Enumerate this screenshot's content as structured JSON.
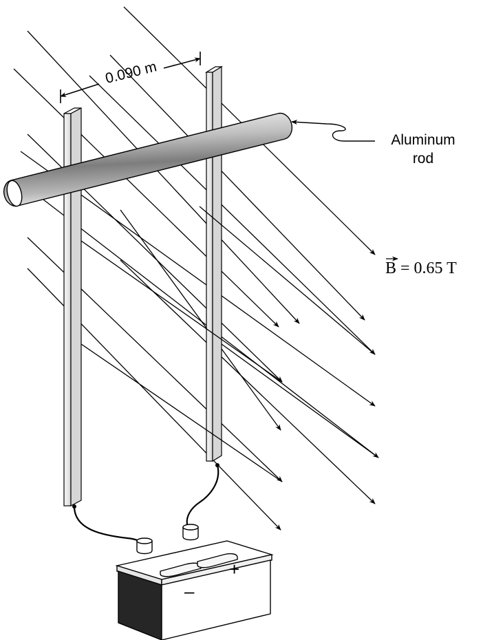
{
  "labels": {
    "distance": "0.090 m",
    "rod_line1": "Aluminum",
    "rod_line2": "rod",
    "field_vector": "B",
    "field_value": " = 0.65 T",
    "minus": "–",
    "plus": "+"
  },
  "colors": {
    "ink": "#000000",
    "paper": "#ffffff",
    "battery_dark": "#2a2a2a",
    "rail_light": "#f2f2f2",
    "rail_shade": "#d4d4d4"
  },
  "icons": {
    "battery": "battery-icon",
    "field_arrow": "arrowhead-icon"
  }
}
